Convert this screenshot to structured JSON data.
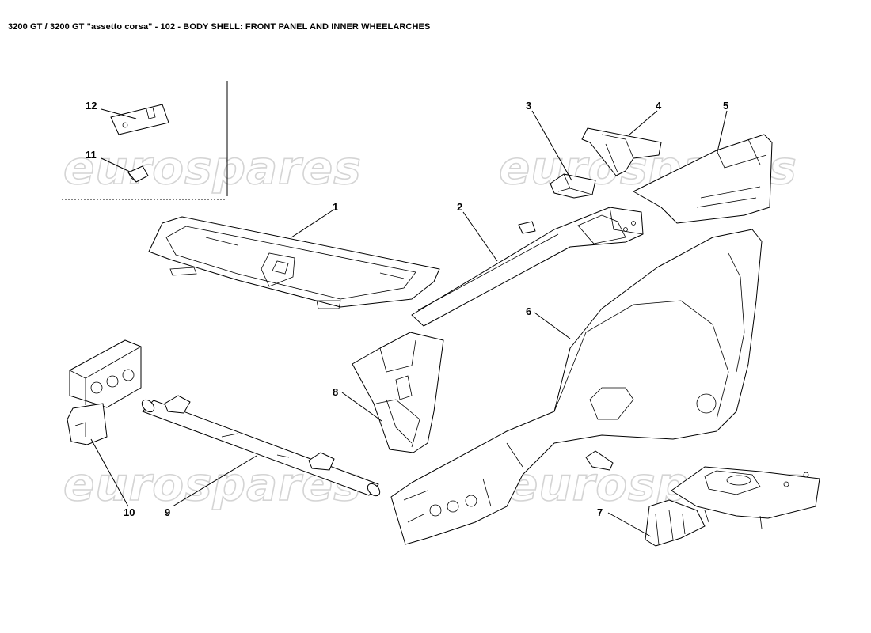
{
  "header": {
    "title": "3200 GT / 3200 GT \"assetto corsa\" - 102 - BODY SHELL: FRONT PANEL AND INNER WHEELARCHES"
  },
  "watermark": {
    "text": "eurospares",
    "color": "#d4d4d4"
  },
  "callouts": [
    {
      "number": "1"
    },
    {
      "number": "2"
    },
    {
      "number": "3"
    },
    {
      "number": "4"
    },
    {
      "number": "5"
    },
    {
      "number": "6"
    },
    {
      "number": "7"
    },
    {
      "number": "8"
    },
    {
      "number": "9"
    },
    {
      "number": "10"
    },
    {
      "number": "11"
    },
    {
      "number": "12"
    }
  ]
}
